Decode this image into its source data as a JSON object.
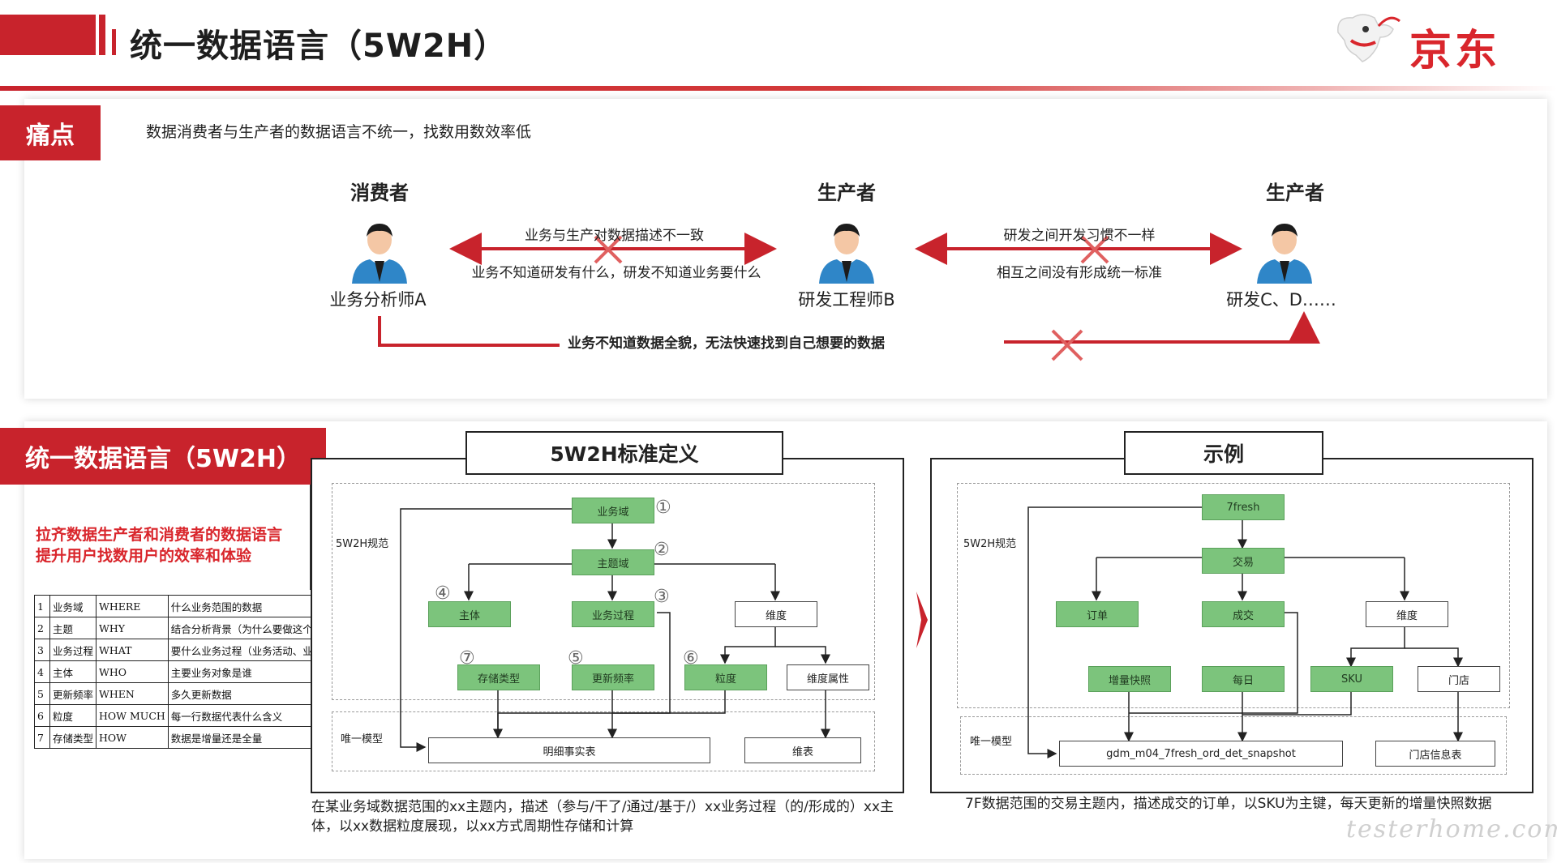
{
  "header": {
    "title": "统一数据语言（5W2H）",
    "logo_text": "京东"
  },
  "pain": {
    "tag": "痛点",
    "statement": "数据消费者与生产者的数据语言不统一，找数用数效率低",
    "roles": [
      {
        "title": "消费者",
        "name": "业务分析师A"
      },
      {
        "title": "生产者",
        "name": "研发工程师B"
      },
      {
        "title": "生产者",
        "name": "研发C、D……"
      }
    ],
    "arrow1": {
      "top": "业务与生产对数据描述不一致",
      "bottom": "业务不知道研发有什么，研发不知道业务要什么"
    },
    "arrow2": {
      "top": "研发之间开发习惯不一样",
      "bottom": "相互之间没有形成统一标准"
    },
    "bottom_line": "业务不知道数据全貌，无法快速找到自己想要的数据"
  },
  "unify": {
    "tag": "统一数据语言（5W2H）",
    "goal_lines": [
      "拉齐数据生产者和消费者的数据语言",
      "提升用户找数用户的效率和体验"
    ],
    "table": [
      [
        "1",
        "业务域",
        "WHERE",
        "什么业务范围的数据"
      ],
      [
        "2",
        "主题",
        "WHY",
        "结合分析背景（为什么要做这个分析？）分析什么数据？"
      ],
      [
        "3",
        "业务过程",
        "WHAT",
        "要什么业务过程（业务活动、业务环节等）的数据"
      ],
      [
        "4",
        "主体",
        "WHO",
        "主要业务对象是谁"
      ],
      [
        "5",
        "更新频率",
        "WHEN",
        "多久更新数据"
      ],
      [
        "6",
        "粒度",
        "HOW MUCH",
        "每一行数据代表什么含义"
      ],
      [
        "7",
        "存储类型",
        "HOW",
        "数据是增量还是全量"
      ]
    ]
  },
  "std": {
    "title": "5W2H标准定义",
    "spec_label": "5W2H规范",
    "model_label": "唯一模型",
    "nodes": {
      "domain": "业务域",
      "subject": "主题域",
      "entity": "主体",
      "process": "业务过程",
      "dimension": "维度",
      "storage": "存储类型",
      "frequency": "更新频率",
      "grain": "粒度",
      "dim_attr": "维度属性",
      "fact": "明细事实表",
      "dim_table": "维表"
    },
    "numbers": [
      "①",
      "②",
      "③",
      "④",
      "⑤",
      "⑥",
      "⑦"
    ],
    "caption": "在某业务域数据范围的xx主题内，描述（参与/干了/通过/基于/）xx业务过程（的/形成的）xx主体，以xx数据粒度展现，以xx方式周期性存储和计算"
  },
  "example": {
    "title": "示例",
    "spec_label": "5W2H规范",
    "model_label": "唯一模型",
    "nodes": {
      "domain": "7fresh",
      "subject": "交易",
      "entity": "订单",
      "process": "成交",
      "dimension": "维度",
      "storage": "增量快照",
      "frequency": "每日",
      "grain": "SKU",
      "dim_attr": "门店",
      "fact": "gdm_m04_7fresh_ord_det_snapshot",
      "dim_table": "门店信息表"
    },
    "caption": "7F数据范围的交易主题内，描述成交的订单，以SKU为主键，每天更新的增量快照数据"
  },
  "watermark": "testerhome.com",
  "colors": {
    "brand_red": "#c8232c",
    "node_green": "#7cc47c",
    "cross_red": "#e06060"
  }
}
